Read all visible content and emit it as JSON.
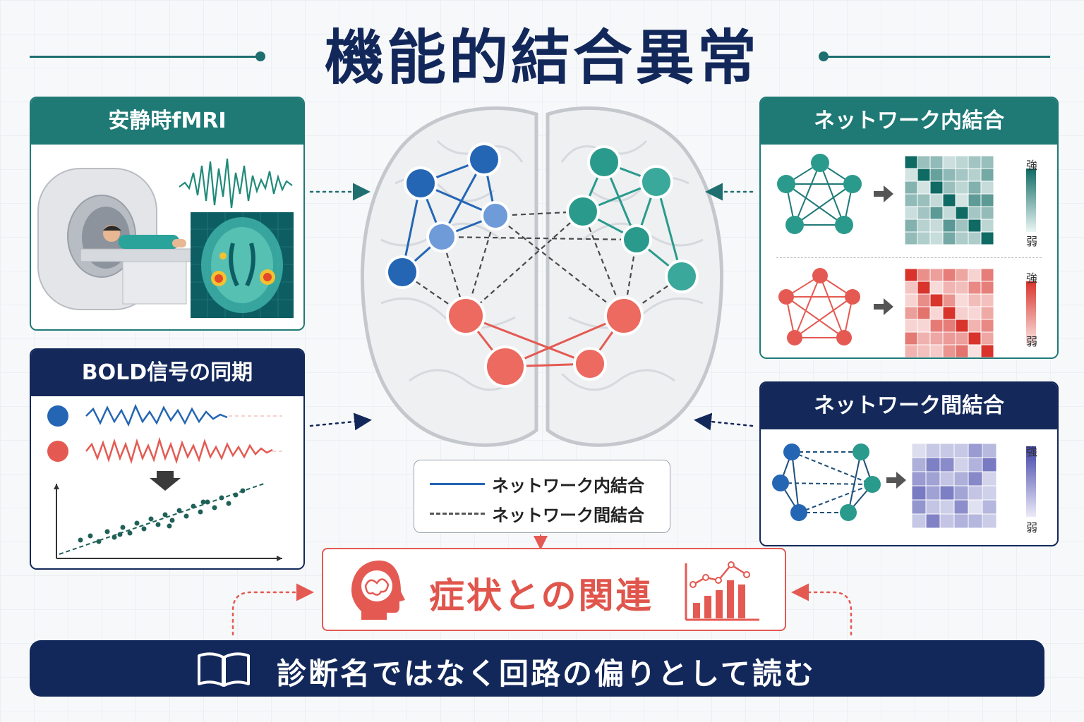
{
  "title": "機能的結合異常",
  "panels": {
    "resting_fmri": {
      "title": "安静時fMRI"
    },
    "bold_sync": {
      "title": "BOLD信号の同期"
    },
    "within_network": {
      "title": "ネットワーク内結合"
    },
    "between_network": {
      "title": "ネットワーク間結合"
    }
  },
  "scale": {
    "strong": "強",
    "weak": "弱"
  },
  "legend": {
    "within": "ネットワーク内結合",
    "between": "ネットワーク間結合"
  },
  "symptom": {
    "label": "症状との関連"
  },
  "footer": {
    "text": "診断名ではなく回路の偏りとして読む"
  },
  "colors": {
    "navy": "#13285a",
    "teal": "#1f7a76",
    "blue": "#2466b3",
    "node_teal": "#2a9a8c",
    "red": "#e45a52",
    "purple": "#5a5cb8"
  }
}
